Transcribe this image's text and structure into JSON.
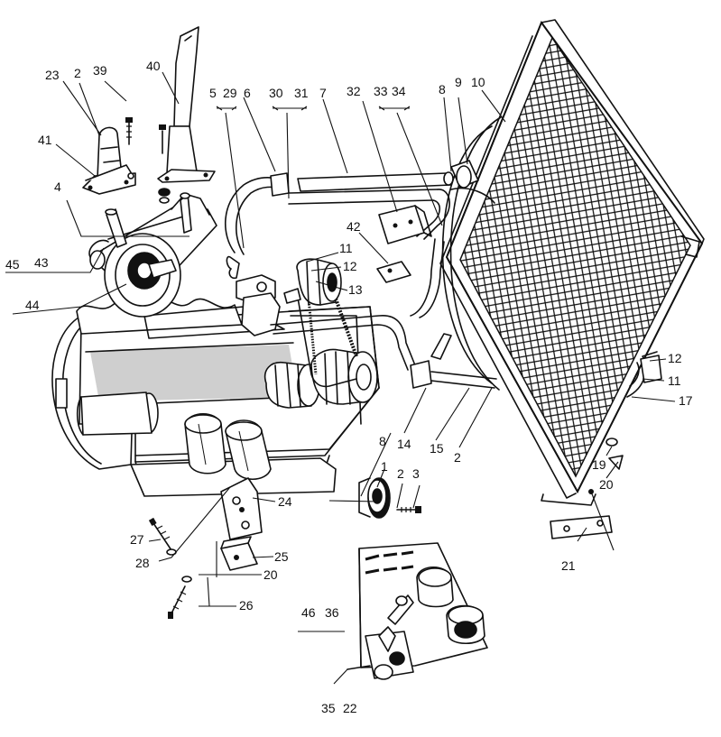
{
  "callouts": [
    {
      "id": "c23",
      "text": "23"
    },
    {
      "id": "c2a",
      "text": "2"
    },
    {
      "id": "c39",
      "text": "39"
    },
    {
      "id": "c40",
      "text": "40"
    },
    {
      "id": "c41",
      "text": "41"
    },
    {
      "id": "c4",
      "text": "4"
    },
    {
      "id": "c45",
      "text": "45"
    },
    {
      "id": "c43",
      "text": "43"
    },
    {
      "id": "c44",
      "text": "44"
    },
    {
      "id": "c5",
      "text": "5"
    },
    {
      "id": "c29",
      "text": "29"
    },
    {
      "id": "c6",
      "text": "6"
    },
    {
      "id": "c30",
      "text": "30"
    },
    {
      "id": "c31",
      "text": "31"
    },
    {
      "id": "c7",
      "text": "7"
    },
    {
      "id": "c32",
      "text": "32"
    },
    {
      "id": "c33",
      "text": "33"
    },
    {
      "id": "c34",
      "text": "34"
    },
    {
      "id": "c8a",
      "text": "8"
    },
    {
      "id": "c9",
      "text": "9"
    },
    {
      "id": "c10",
      "text": "10"
    },
    {
      "id": "c42",
      "text": "42"
    },
    {
      "id": "c11a",
      "text": "11"
    },
    {
      "id": "c12a",
      "text": "12"
    },
    {
      "id": "c13",
      "text": "13"
    },
    {
      "id": "c12b",
      "text": "12"
    },
    {
      "id": "c11b",
      "text": "11"
    },
    {
      "id": "c17",
      "text": "17"
    },
    {
      "id": "c8b",
      "text": "8"
    },
    {
      "id": "c14",
      "text": "14"
    },
    {
      "id": "c15",
      "text": "15"
    },
    {
      "id": "c2b",
      "text": "2"
    },
    {
      "id": "c19",
      "text": "19"
    },
    {
      "id": "c20a",
      "text": "20"
    },
    {
      "id": "c1",
      "text": "1"
    },
    {
      "id": "c2c",
      "text": "2"
    },
    {
      "id": "c3",
      "text": "3"
    },
    {
      "id": "c24",
      "text": "24"
    },
    {
      "id": "c27",
      "text": "27"
    },
    {
      "id": "c25",
      "text": "25"
    },
    {
      "id": "c28",
      "text": "28"
    },
    {
      "id": "c20b",
      "text": "20"
    },
    {
      "id": "c26",
      "text": "26"
    },
    {
      "id": "c21",
      "text": "21"
    },
    {
      "id": "c46",
      "text": "46"
    },
    {
      "id": "c36",
      "text": "36"
    },
    {
      "id": "c35",
      "text": "35"
    },
    {
      "id": "c22",
      "text": "22"
    }
  ]
}
